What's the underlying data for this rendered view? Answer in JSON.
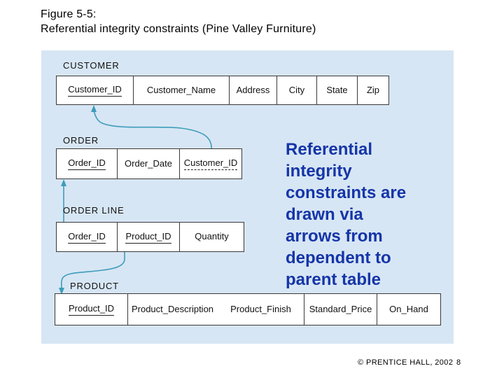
{
  "title": {
    "line1": "Figure 5-5:",
    "line2": "Referential integrity constraints (Pine Valley Furniture)"
  },
  "tables": [
    {
      "name": "CUSTOMER",
      "fields": [
        {
          "label": "Customer_ID",
          "underline": "solid"
        },
        {
          "label": "Customer_Name",
          "underline": "none"
        },
        {
          "label": "Address",
          "underline": "none"
        },
        {
          "label": "City",
          "underline": "none"
        },
        {
          "label": "State",
          "underline": "none"
        },
        {
          "label": "Zip",
          "underline": "none"
        }
      ]
    },
    {
      "name": "ORDER",
      "fields": [
        {
          "label": "Order_ID",
          "underline": "solid"
        },
        {
          "label": "Order_Date",
          "underline": "none"
        },
        {
          "label": "Customer_ID",
          "underline": "dashed"
        }
      ]
    },
    {
      "name": "ORDER LINE",
      "fields": [
        {
          "label": "Order_ID",
          "underline": "solid"
        },
        {
          "label": "Product_ID",
          "underline": "solid"
        },
        {
          "label": "Quantity",
          "underline": "none"
        }
      ]
    },
    {
      "name": "PRODUCT",
      "fields": [
        {
          "label": "Product_ID",
          "underline": "solid"
        },
        {
          "label": "Product_Description",
          "underline": "none"
        },
        {
          "label": "Product_Finish",
          "underline": "none"
        },
        {
          "label": "Standard_Price",
          "underline": "none"
        },
        {
          "label": "On_Hand",
          "underline": "none"
        }
      ]
    }
  ],
  "note": {
    "lines": [
      "Referential",
      "integrity",
      "constraints are",
      "drawn via",
      "arrows from",
      "dependent to",
      "parent table"
    ]
  },
  "arrows": [
    {
      "name": "order-customer-id-to-customer"
    },
    {
      "name": "orderline-order-id-to-order"
    },
    {
      "name": "orderline-product-id-to-product"
    }
  ],
  "footer": {
    "copyright": "© PRENTICE HALL, 2002",
    "page": "8"
  },
  "colors": {
    "panel_bg": "#d7e6f4",
    "arrow": "#3d9cba",
    "note_text": "#1535a8",
    "text": "#000000"
  }
}
